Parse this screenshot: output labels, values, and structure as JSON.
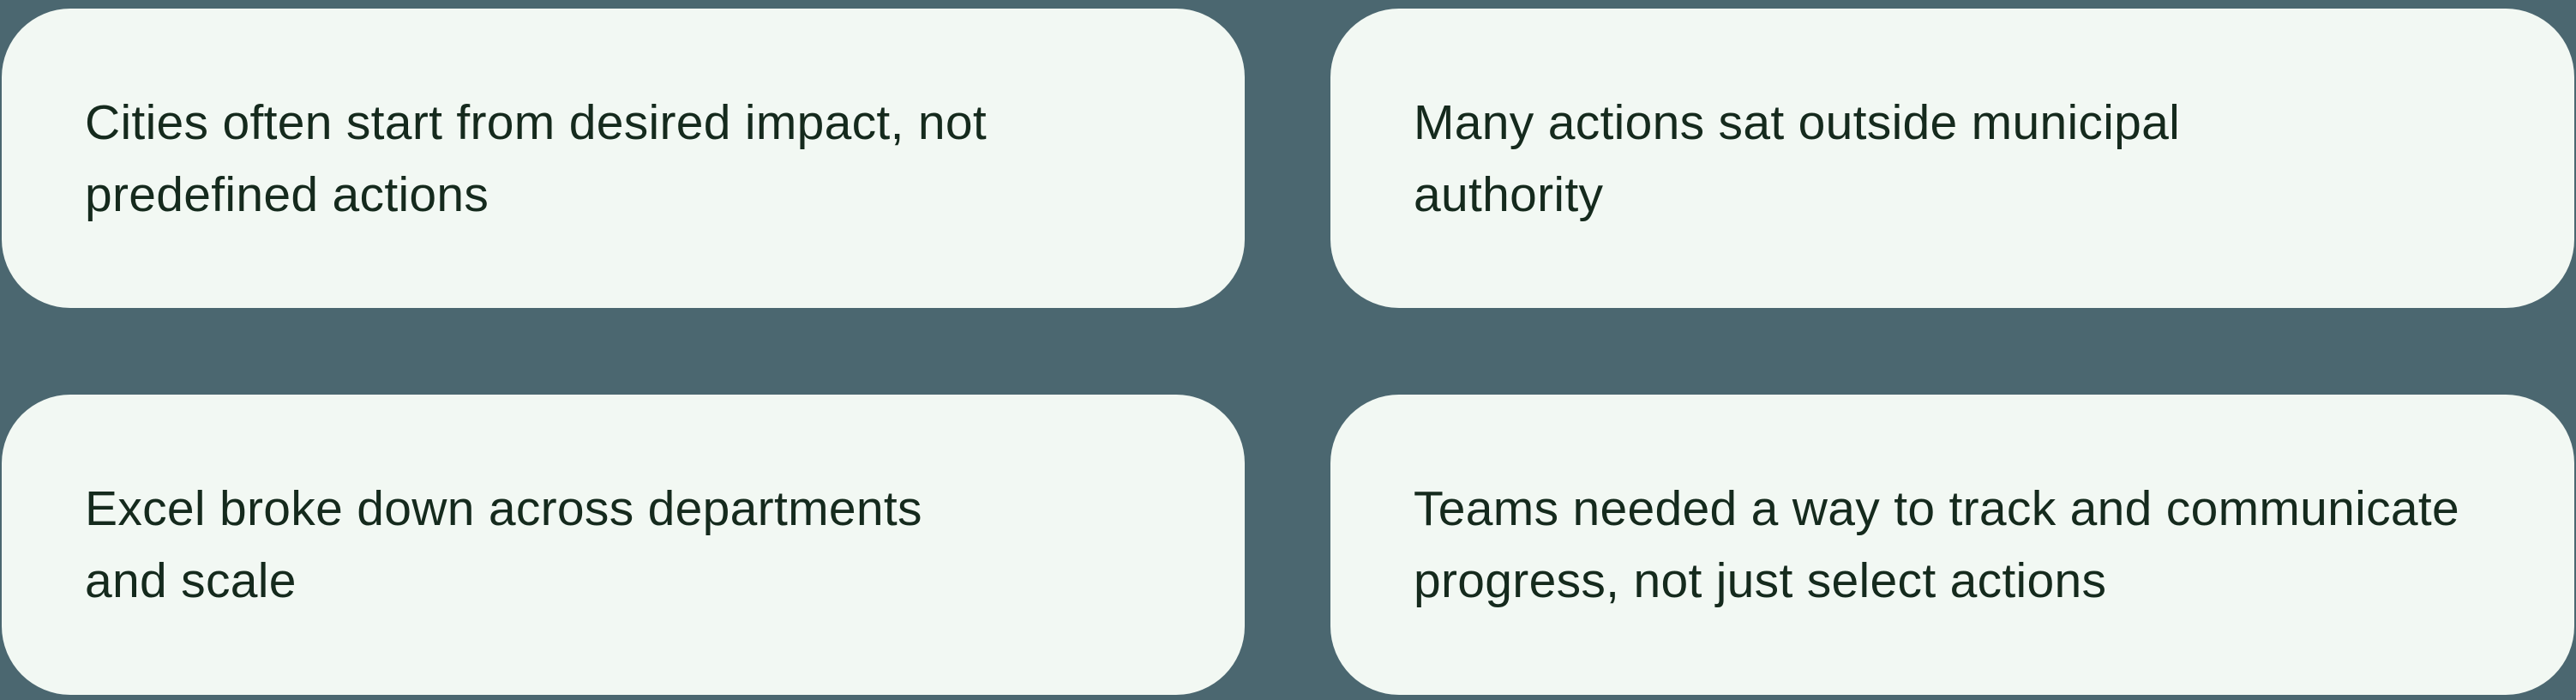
{
  "page": {
    "background_color": "#4B6770",
    "card_color": "#F2F8F3",
    "text_color": "#152A1D"
  },
  "cards": [
    {
      "id": "cities-impact",
      "lines": [
        "Cities often start from desired impact, not",
        "predefined actions"
      ]
    },
    {
      "id": "municipal-authority",
      "lines": [
        "Many actions sat outside municipal",
        "authority"
      ]
    },
    {
      "id": "excel-scale",
      "lines": [
        "Excel broke down across departments",
        "and scale"
      ]
    },
    {
      "id": "track-progress",
      "lines": [
        "Teams needed a way to track and communicate",
        "progress, not just select actions"
      ]
    }
  ]
}
